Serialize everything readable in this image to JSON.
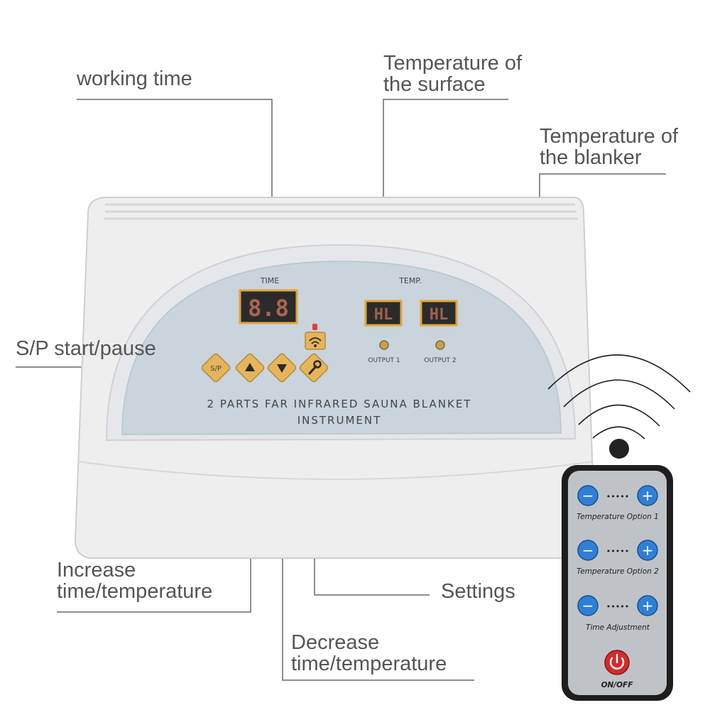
{
  "callouts": {
    "working_time": "working time",
    "temp_surface_1": "Temperature of",
    "temp_surface_2": "the surface",
    "temp_blanket_1": "Temperature of",
    "temp_blanket_2": "the blanker",
    "sp": "S/P start/pause",
    "increase_1": "Increase",
    "increase_2": "time/temperature",
    "settings": "Settings",
    "decrease_1": "Decrease",
    "decrease_2": "time/temperature"
  },
  "device": {
    "time_label": "TIME",
    "temp_label": "TEMP.",
    "time_display": "8.8",
    "display_1": "HL",
    "display_2": "HL",
    "output_1": "OUTPUT 1",
    "output_2": "OUTPUT 2",
    "sp_button": "S/P",
    "title_line1": "2 PARTS FAR INFRARED SAUNA BLANKET",
    "title_line2": "INSTRUMENT"
  },
  "remote": {
    "option1": "Temperature Option 1",
    "option2": "Temperature Option 2",
    "time_adj": "Time Adjustment",
    "power": "ON/OFF",
    "minus": "−",
    "plus": "+",
    "dots": "•••••"
  },
  "colors": {
    "button_gold": "#e6b45a",
    "display_frame": "#e2a53a",
    "panel": "#c9d4dc",
    "remote_blue": "#2f7fd6",
    "power_red": "#d42a2a"
  }
}
